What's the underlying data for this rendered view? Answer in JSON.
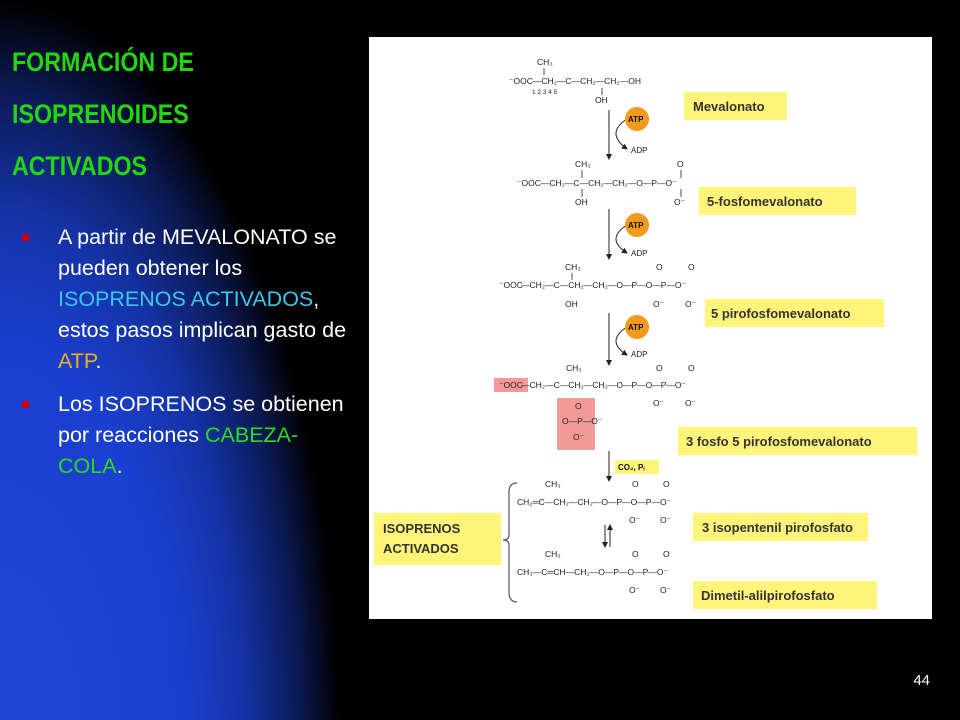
{
  "slide": {
    "title_lines": [
      "FORMACIÓN DE",
      "ISOPRENOIDES",
      "ACTIVADOS"
    ],
    "page_number": "44"
  },
  "bullets": [
    {
      "a": "A partir de MEVALONATO se pueden obtener los ",
      "b": "ISOPRENOS ACTIVADOS",
      "c": ", estos pasos implican gasto de ",
      "d": "ATP",
      "e": "."
    },
    {
      "a": "Los ISOPRENOS se obtienen por reacciones ",
      "b": "CABEZA-COLA",
      "c": "."
    }
  ],
  "diagram": {
    "labels": [
      "Mevalonato",
      "5-fosfomevalonato",
      "5 pirofosfomevalonato",
      "3 fosfo 5 pirofosfomevalonato",
      "3 isopentenil pirofosfato",
      "Dimetil-alilpirofosfato"
    ],
    "group_label": [
      "ISOPRENOS",
      "ACTIVADOS"
    ],
    "cofactor_in": "ATP",
    "cofactor_out": "ADP",
    "byproducts": "CO₂, Pᵢ",
    "formulas": {
      "mevalonate": "⁻OOC—CH₂—C—CH₂—CH₂—OH",
      "mevalonate_numbers": "1     2     3     4     5",
      "phospho": "⁻OOC—CH₂—C—CH₂—CH₂—O—P—O⁻",
      "pyrophospho_head": "⁻OOC",
      "pyrophospho": "—CH₂—C—CH₂—CH₂—O—P—O—P—O⁻",
      "ipp": "CH₂═C—CH₂—CH₂—O—P—O—P—O⁻",
      "dmapp": "CH₃—C═CH—CH₂—O—P—O—P—O⁻",
      "methyl": "CH₃",
      "oh": "OH",
      "o": "O",
      "o_minus": "O⁻",
      "phosphate_group": "O—P—O⁻"
    }
  }
}
